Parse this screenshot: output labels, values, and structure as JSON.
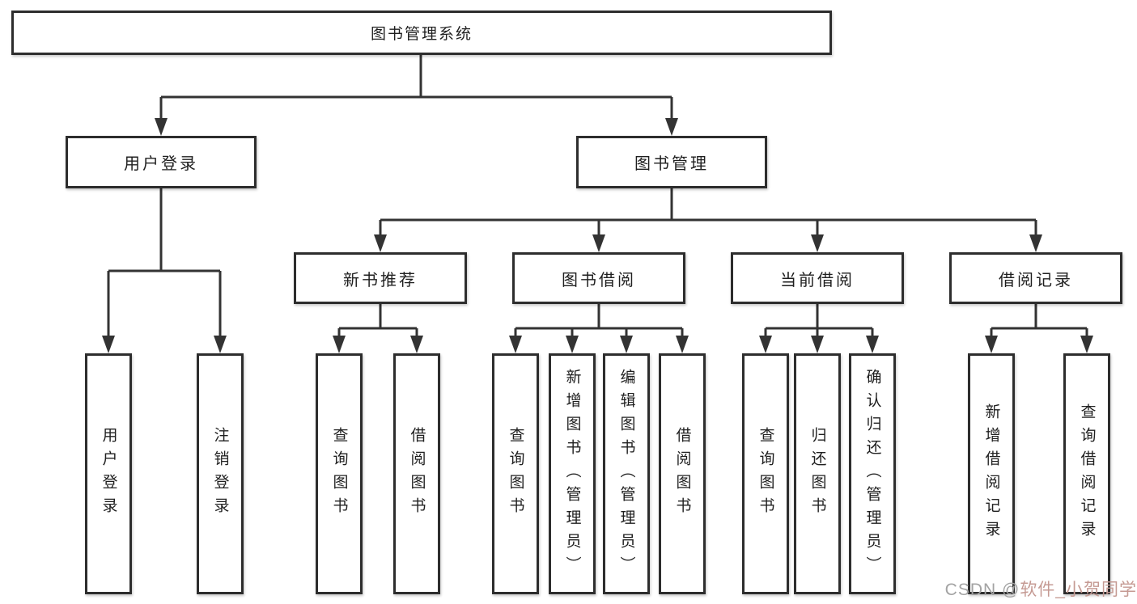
{
  "tree": {
    "root": {
      "label": "图书管理系统"
    },
    "branches": [
      {
        "label": "用户登录",
        "leaves": [
          "用户登录",
          "注销登录"
        ]
      },
      {
        "label": "图书管理",
        "children": [
          {
            "label": "新书推荐",
            "leaves": [
              "查询图书",
              "借阅图书"
            ]
          },
          {
            "label": "图书借阅",
            "leaves": [
              "查询图书",
              "新增图书（管理员）",
              "编辑图书（管理员）",
              "借阅图书"
            ]
          },
          {
            "label": "当前借阅",
            "leaves": [
              "查询图书",
              "归还图书",
              "确认归还（管理员）"
            ]
          },
          {
            "label": "借阅记录",
            "leaves": [
              "新增借阅记录",
              "查询借阅记录"
            ]
          }
        ]
      }
    ]
  },
  "watermark": {
    "prefix": "CSDN @",
    "author": "软件_小贺同学"
  },
  "colors": {
    "line": "#333333",
    "box_border": "#2d2d2d",
    "text": "#1f1f1f",
    "background": "#ffffff",
    "watermark_gray": "#a3a3a3",
    "watermark_pink": "#c59a93"
  }
}
